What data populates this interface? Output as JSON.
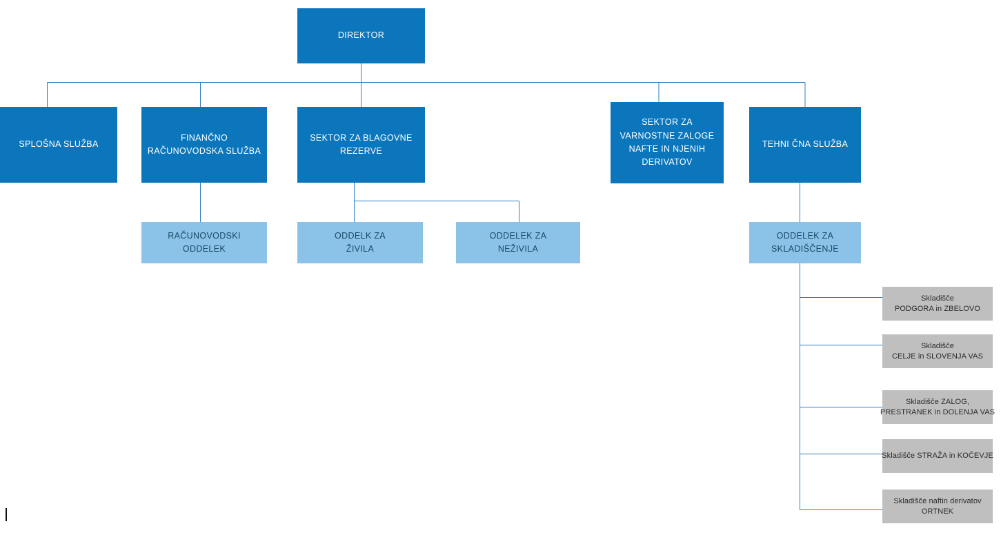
{
  "chart_data": {
    "type": "diagram",
    "title": "Organizacijska shema",
    "diagram_kind": "organization-chart",
    "colors": {
      "level1_fill": "#0c76bc",
      "level1_text": "#ffffff",
      "level2_fill": "#8ac2e8",
      "level2_text": "#1a4a66",
      "level3_fill": "#bfbfbf",
      "level3_text": "#2b2b2b",
      "connector": "#2b7cc0",
      "background": "#ffffff"
    },
    "nodes": [
      {
        "id": "direktor",
        "label": "DIREKTOR",
        "level": 1,
        "parent": null
      },
      {
        "id": "splosna",
        "label": "SPLOŠNA SLUŽBA",
        "level": 1,
        "parent": "direktor"
      },
      {
        "id": "finance",
        "label": "FINANČNO RAČUNOVODSKA SLUŽBA",
        "level": 1,
        "parent": "direktor"
      },
      {
        "id": "blagovne",
        "label": "SEKTOR ZA BLAGOVNE REZERVE",
        "level": 1,
        "parent": "direktor"
      },
      {
        "id": "varnostne",
        "label": "SEKTOR ZA VARNOSTNE ZALOGE NAFTE IN NJENIH DERIVATOV",
        "level": 1,
        "parent": "direktor"
      },
      {
        "id": "tehnicna",
        "label": "TEHNI ČNA SLUŽBA",
        "level": 1,
        "parent": "direktor"
      },
      {
        "id": "racunovodski",
        "label": "RAČUNOVODSKI ODDELEK",
        "level": 2,
        "parent": "finance"
      },
      {
        "id": "zivila",
        "label": "ODDELK ZA ŽIVILA",
        "level": 2,
        "parent": "blagovne"
      },
      {
        "id": "nezivila",
        "label": "ODDELEK ZA NEŽIVILA",
        "level": 2,
        "parent": "blagovne"
      },
      {
        "id": "skladiscenje",
        "label": "ODDELEK ZA SKLADIŠČENJE",
        "level": 2,
        "parent": "tehnicna"
      },
      {
        "id": "sk1",
        "label": "Skladišče PODGORA in ZBELOVO",
        "level": 3,
        "parent": "skladiscenje"
      },
      {
        "id": "sk2",
        "label": "Skladišče CELJE in SLOVENJA VAS",
        "level": 3,
        "parent": "skladiscenje"
      },
      {
        "id": "sk3",
        "label": "Skladišče ZALOG, PRESTRANEK in DOLENJA VAS",
        "level": 3,
        "parent": "skladiscenje"
      },
      {
        "id": "sk4",
        "label": "Skladišče STRAŽA in KOČEVJE",
        "level": 3,
        "parent": "skladiscenje"
      },
      {
        "id": "sk5",
        "label": "Skladišče naftin derivatov ORTNEK",
        "level": 3,
        "parent": "skladiscenje"
      }
    ]
  },
  "chart": {
    "direktor": {
      "line1": "DIREKTOR"
    },
    "splosna": {
      "line1": "SPLOŠNA SLUŽBA"
    },
    "finance": {
      "line1": "FINANČNO",
      "line2": "RAČUNOVODSKA SLUŽBA"
    },
    "blagovne": {
      "line1": "SEKTOR ZA BLAGOVNE",
      "line2": "REZERVE"
    },
    "varnostne": {
      "line1": "SEKTOR ZA",
      "line2": "VARNOSTNE ZALOGE",
      "line3": "NAFTE IN NJENIH",
      "line4": "DERIVATOV"
    },
    "tehnicna": {
      "line1": "TEHNI ČNA SLUŽBA"
    },
    "racunovodski": {
      "line1": "RAČUNOVODSKI",
      "line2": "ODDELEK"
    },
    "zivila": {
      "line1": "ODDELK ZA",
      "line2": "ŽIVILA"
    },
    "nezivila": {
      "line1": "ODDELEK ZA",
      "line2": "NEŽIVILA"
    },
    "skladiscenje": {
      "line1": "ODDELEK ZA",
      "line2": "SKLADIŠČENJE"
    },
    "sk1": {
      "line1": "Skladišče",
      "line2": "PODGORA in ZBELOVO"
    },
    "sk2": {
      "line1": "Skladišče",
      "line2": "CELJE in SLOVENJA VAS"
    },
    "sk3": {
      "line1": "Skladišče ZALOG,",
      "line2": "PRESTRANEK in DOLENJA VAS"
    },
    "sk4": {
      "line1": "Skladišče STRAŽA in KOČEVJE",
      "line2": ""
    },
    "sk5": {
      "line1": "Skladišče naftin derivatov",
      "line2": "ORTNEK"
    }
  }
}
